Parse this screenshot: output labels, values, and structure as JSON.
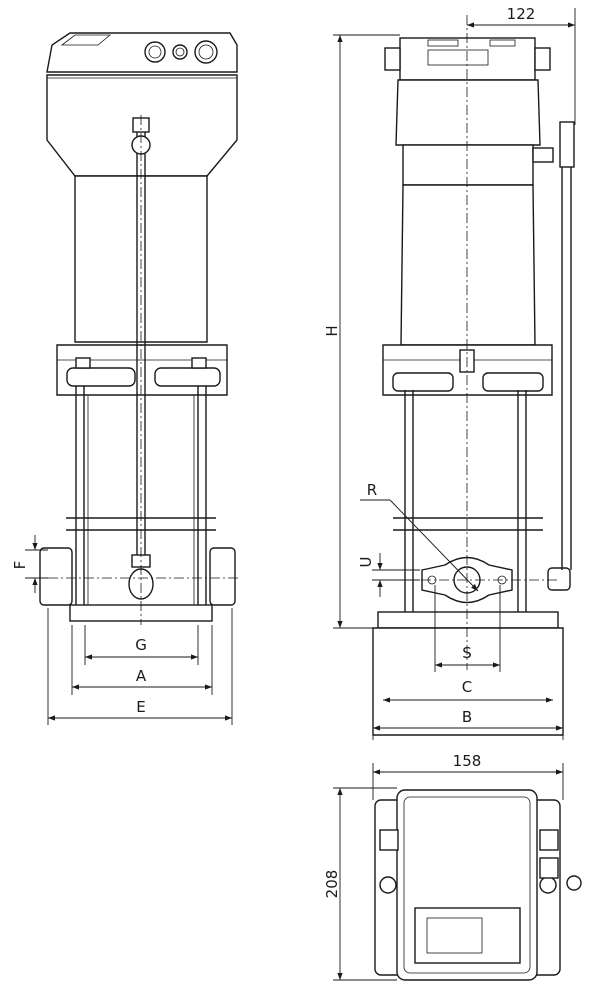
{
  "title": "Pump dimension drawing",
  "front_view": {
    "labels": {
      "F": "F",
      "G": "G",
      "A": "A",
      "E": "E"
    }
  },
  "side_view": {
    "labels": {
      "dim_top": "122",
      "H": "H",
      "R": "R",
      "U": "U",
      "S": "S",
      "C": "C",
      "B": "B"
    }
  },
  "top_view": {
    "labels": {
      "width": "158",
      "depth": "208"
    }
  }
}
